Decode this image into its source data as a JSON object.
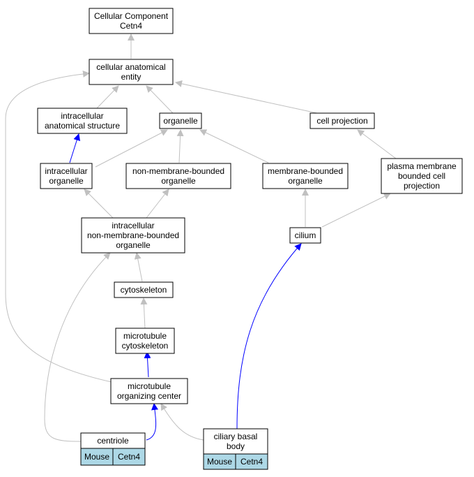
{
  "colors": {
    "is_a": "#c0c0c0",
    "part_of": "#0000ff",
    "annotation_cell": "#add8e6"
  },
  "nodes": {
    "root": {
      "lines": [
        "Cellular Component",
        "Cetn4"
      ]
    },
    "cae": {
      "lines": [
        "cellular anatomical",
        "entity"
      ]
    },
    "ias": {
      "lines": [
        "intracellular",
        "anatomical structure"
      ]
    },
    "organelle": {
      "lines": [
        "organelle"
      ]
    },
    "cellproj": {
      "lines": [
        "cell projection"
      ]
    },
    "io": {
      "lines": [
        "intracellular",
        "organelle"
      ]
    },
    "nmbo": {
      "lines": [
        "non-membrane-bounded",
        "organelle"
      ]
    },
    "mbo": {
      "lines": [
        "membrane-bounded",
        "organelle"
      ]
    },
    "pmbcp": {
      "lines": [
        "plasma membrane",
        "bounded cell",
        "projection"
      ]
    },
    "inmbo": {
      "lines": [
        "intracellular",
        "non-membrane-bounded",
        "organelle"
      ]
    },
    "cilium": {
      "lines": [
        "cilium"
      ]
    },
    "cytoskeleton": {
      "lines": [
        "cytoskeleton"
      ]
    },
    "mtcyto": {
      "lines": [
        "microtubule",
        "cytoskeleton"
      ]
    },
    "mtoc": {
      "lines": [
        "microtubule",
        "organizing center"
      ]
    },
    "centriole": {
      "lines": [
        "centriole"
      ],
      "cells": [
        "Mouse",
        "Cetn4"
      ]
    },
    "cbb": {
      "lines": [
        "ciliary basal",
        "body"
      ],
      "cells": [
        "Mouse",
        "Cetn4"
      ]
    }
  },
  "edges": [
    {
      "from": "cae",
      "to": "root",
      "type": "is_a"
    },
    {
      "from": "ias",
      "to": "cae",
      "type": "is_a"
    },
    {
      "from": "organelle",
      "to": "cae",
      "type": "is_a"
    },
    {
      "from": "cellproj",
      "to": "cae",
      "type": "is_a"
    },
    {
      "from": "mtoc",
      "to": "cae",
      "type": "is_a"
    },
    {
      "from": "io",
      "to": "ias",
      "type": "part_of"
    },
    {
      "from": "io",
      "to": "organelle",
      "type": "is_a"
    },
    {
      "from": "nmbo",
      "to": "organelle",
      "type": "is_a"
    },
    {
      "from": "mbo",
      "to": "organelle",
      "type": "is_a"
    },
    {
      "from": "pmbcp",
      "to": "cellproj",
      "type": "is_a"
    },
    {
      "from": "inmbo",
      "to": "io",
      "type": "is_a"
    },
    {
      "from": "inmbo",
      "to": "nmbo",
      "type": "is_a"
    },
    {
      "from": "cilium",
      "to": "mbo",
      "type": "is_a"
    },
    {
      "from": "cilium",
      "to": "pmbcp",
      "type": "is_a"
    },
    {
      "from": "cytoskeleton",
      "to": "inmbo",
      "type": "is_a"
    },
    {
      "from": "centriole",
      "to": "inmbo",
      "type": "is_a"
    },
    {
      "from": "mtcyto",
      "to": "cytoskeleton",
      "type": "is_a"
    },
    {
      "from": "mtoc",
      "to": "mtcyto",
      "type": "part_of"
    },
    {
      "from": "centriole",
      "to": "mtoc",
      "type": "part_of"
    },
    {
      "from": "cbb",
      "to": "mtoc",
      "type": "is_a"
    },
    {
      "from": "cbb",
      "to": "cilium",
      "type": "part_of"
    }
  ]
}
